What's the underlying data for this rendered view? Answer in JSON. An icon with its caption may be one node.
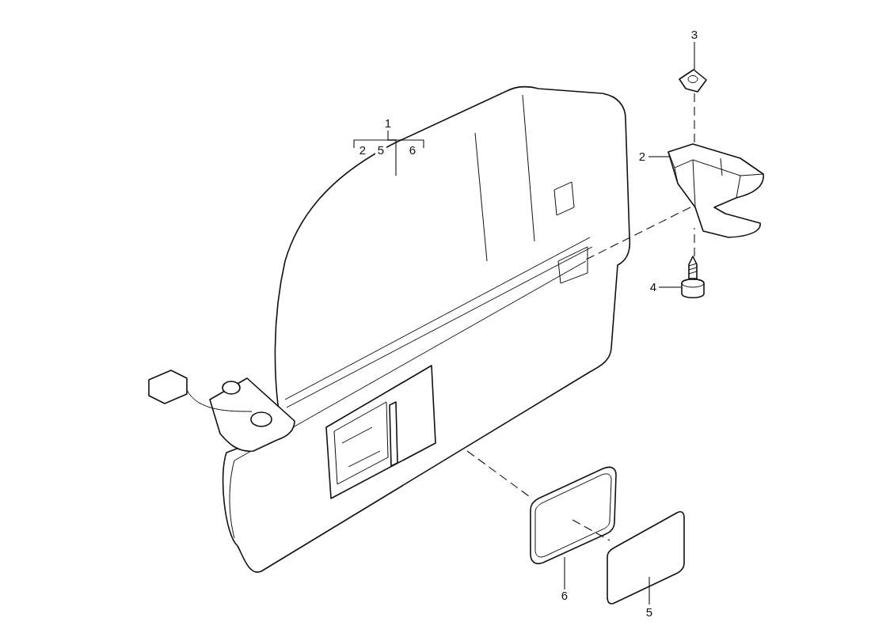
{
  "diagram": {
    "nodes": [
      {
        "text": [
          "1"
        ]
      },
      {
        "text": [],
        "shape": "picture"
      },
      {
        "text": [
          "3"
        ]
      },
      {
        "text": [],
        "shape": "picture"
      },
      {
        "text": [
          "2"
        ]
      },
      {
        "text": [],
        "shape": "picture"
      },
      {
        "text": [
          "4"
        ]
      },
      {
        "text": [],
        "shape": "picture"
      },
      {
        "text": [],
        "shape": "picture"
      },
      {
        "text": [
          "6"
        ]
      },
      {
        "text": [],
        "shape": "picture"
      },
      {
        "text": [
          "5"
        ]
      }
    ],
    "edges": [
      {
        "from": 0,
        "to": 1,
        "arrow": "none"
      },
      {
        "from": 2,
        "to": 3,
        "arrow": "none"
      },
      {
        "from": 4,
        "to": 5,
        "arrow": "none"
      },
      {
        "from": 6,
        "to": 7,
        "arrow": "none"
      },
      {
        "from": 9,
        "to": 8,
        "arrow": "none"
      },
      {
        "from": 11,
        "to": 10,
        "arrow": "none"
      },
      {
        "from": 3,
        "to": 5,
        "arrow": "none",
        "style": "dashed"
      },
      {
        "from": 7,
        "to": 5,
        "arrow": "none",
        "style": "dashed"
      },
      {
        "from": 5,
        "to": 1,
        "arrow": "none",
        "style": "dashed"
      },
      {
        "from": 1,
        "to": 8,
        "arrow": "none",
        "style": "dashed"
      },
      {
        "from": 8,
        "to": 10,
        "arrow": "none",
        "style": "dashed"
      }
    ],
    "labels": [
      "2",
      "5",
      "6"
    ]
  }
}
